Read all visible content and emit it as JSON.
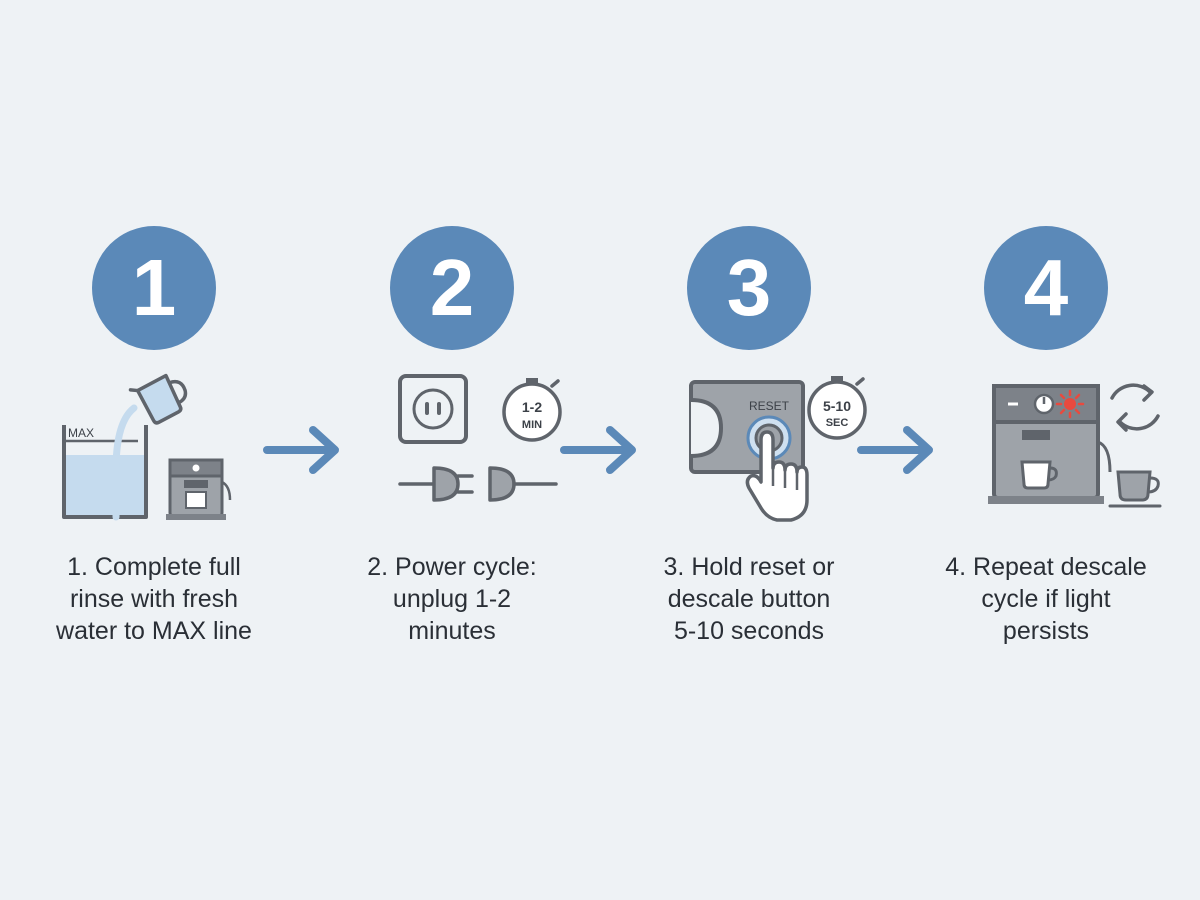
{
  "steps": [
    {
      "number": "1",
      "caption": "1. Complete full\nrinse with fresh\nwater to MAX line",
      "max_label": "MAX"
    },
    {
      "number": "2",
      "caption": "2. Power cycle:\nunplug 1-2\nminutes",
      "timer_line1": "1-2",
      "timer_line2": "MIN"
    },
    {
      "number": "3",
      "caption": "3. Hold reset or\ndescale button\n5-10 seconds",
      "reset_label": "RESET",
      "timer_line1": "5-10",
      "timer_line2": "SEC"
    },
    {
      "number": "4",
      "caption": "4. Repeat descale\ncycle if light\npersists"
    }
  ],
  "colors": {
    "accent": "#5b89b8",
    "icon_gray": "#5f646b",
    "water": "#c5dbee",
    "warning": "#e84a3f"
  }
}
